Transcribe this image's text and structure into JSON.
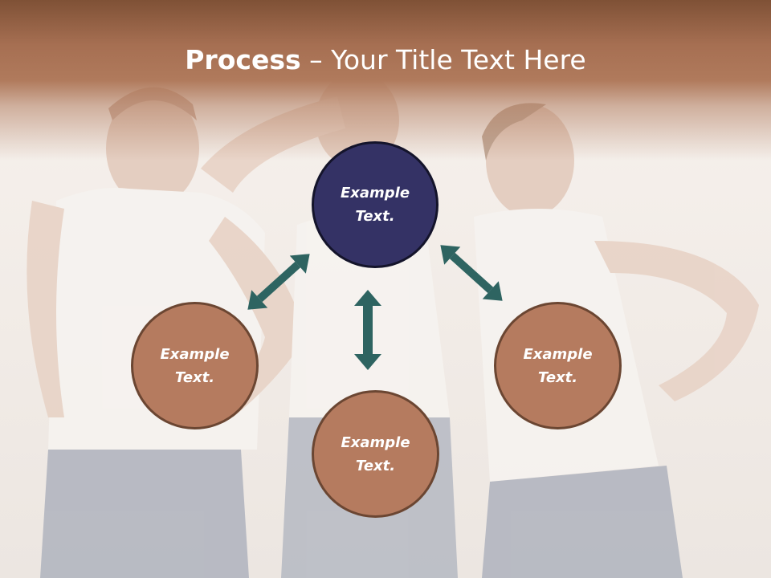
{
  "title": {
    "bold": "Process",
    "rest": " – Your Title Text Here"
  },
  "colors": {
    "header": "#a66f52",
    "circle_fill": "#b57b5f",
    "circle_border": "#6b4632",
    "center_fill": "#343265",
    "arrow": "#2e6461"
  },
  "nodes": {
    "top": "Example Text.",
    "left": "Example Text.",
    "right": "Example Text.",
    "bottom": "Example Text."
  },
  "icons": {
    "arrow": "double-headed-arrow"
  }
}
